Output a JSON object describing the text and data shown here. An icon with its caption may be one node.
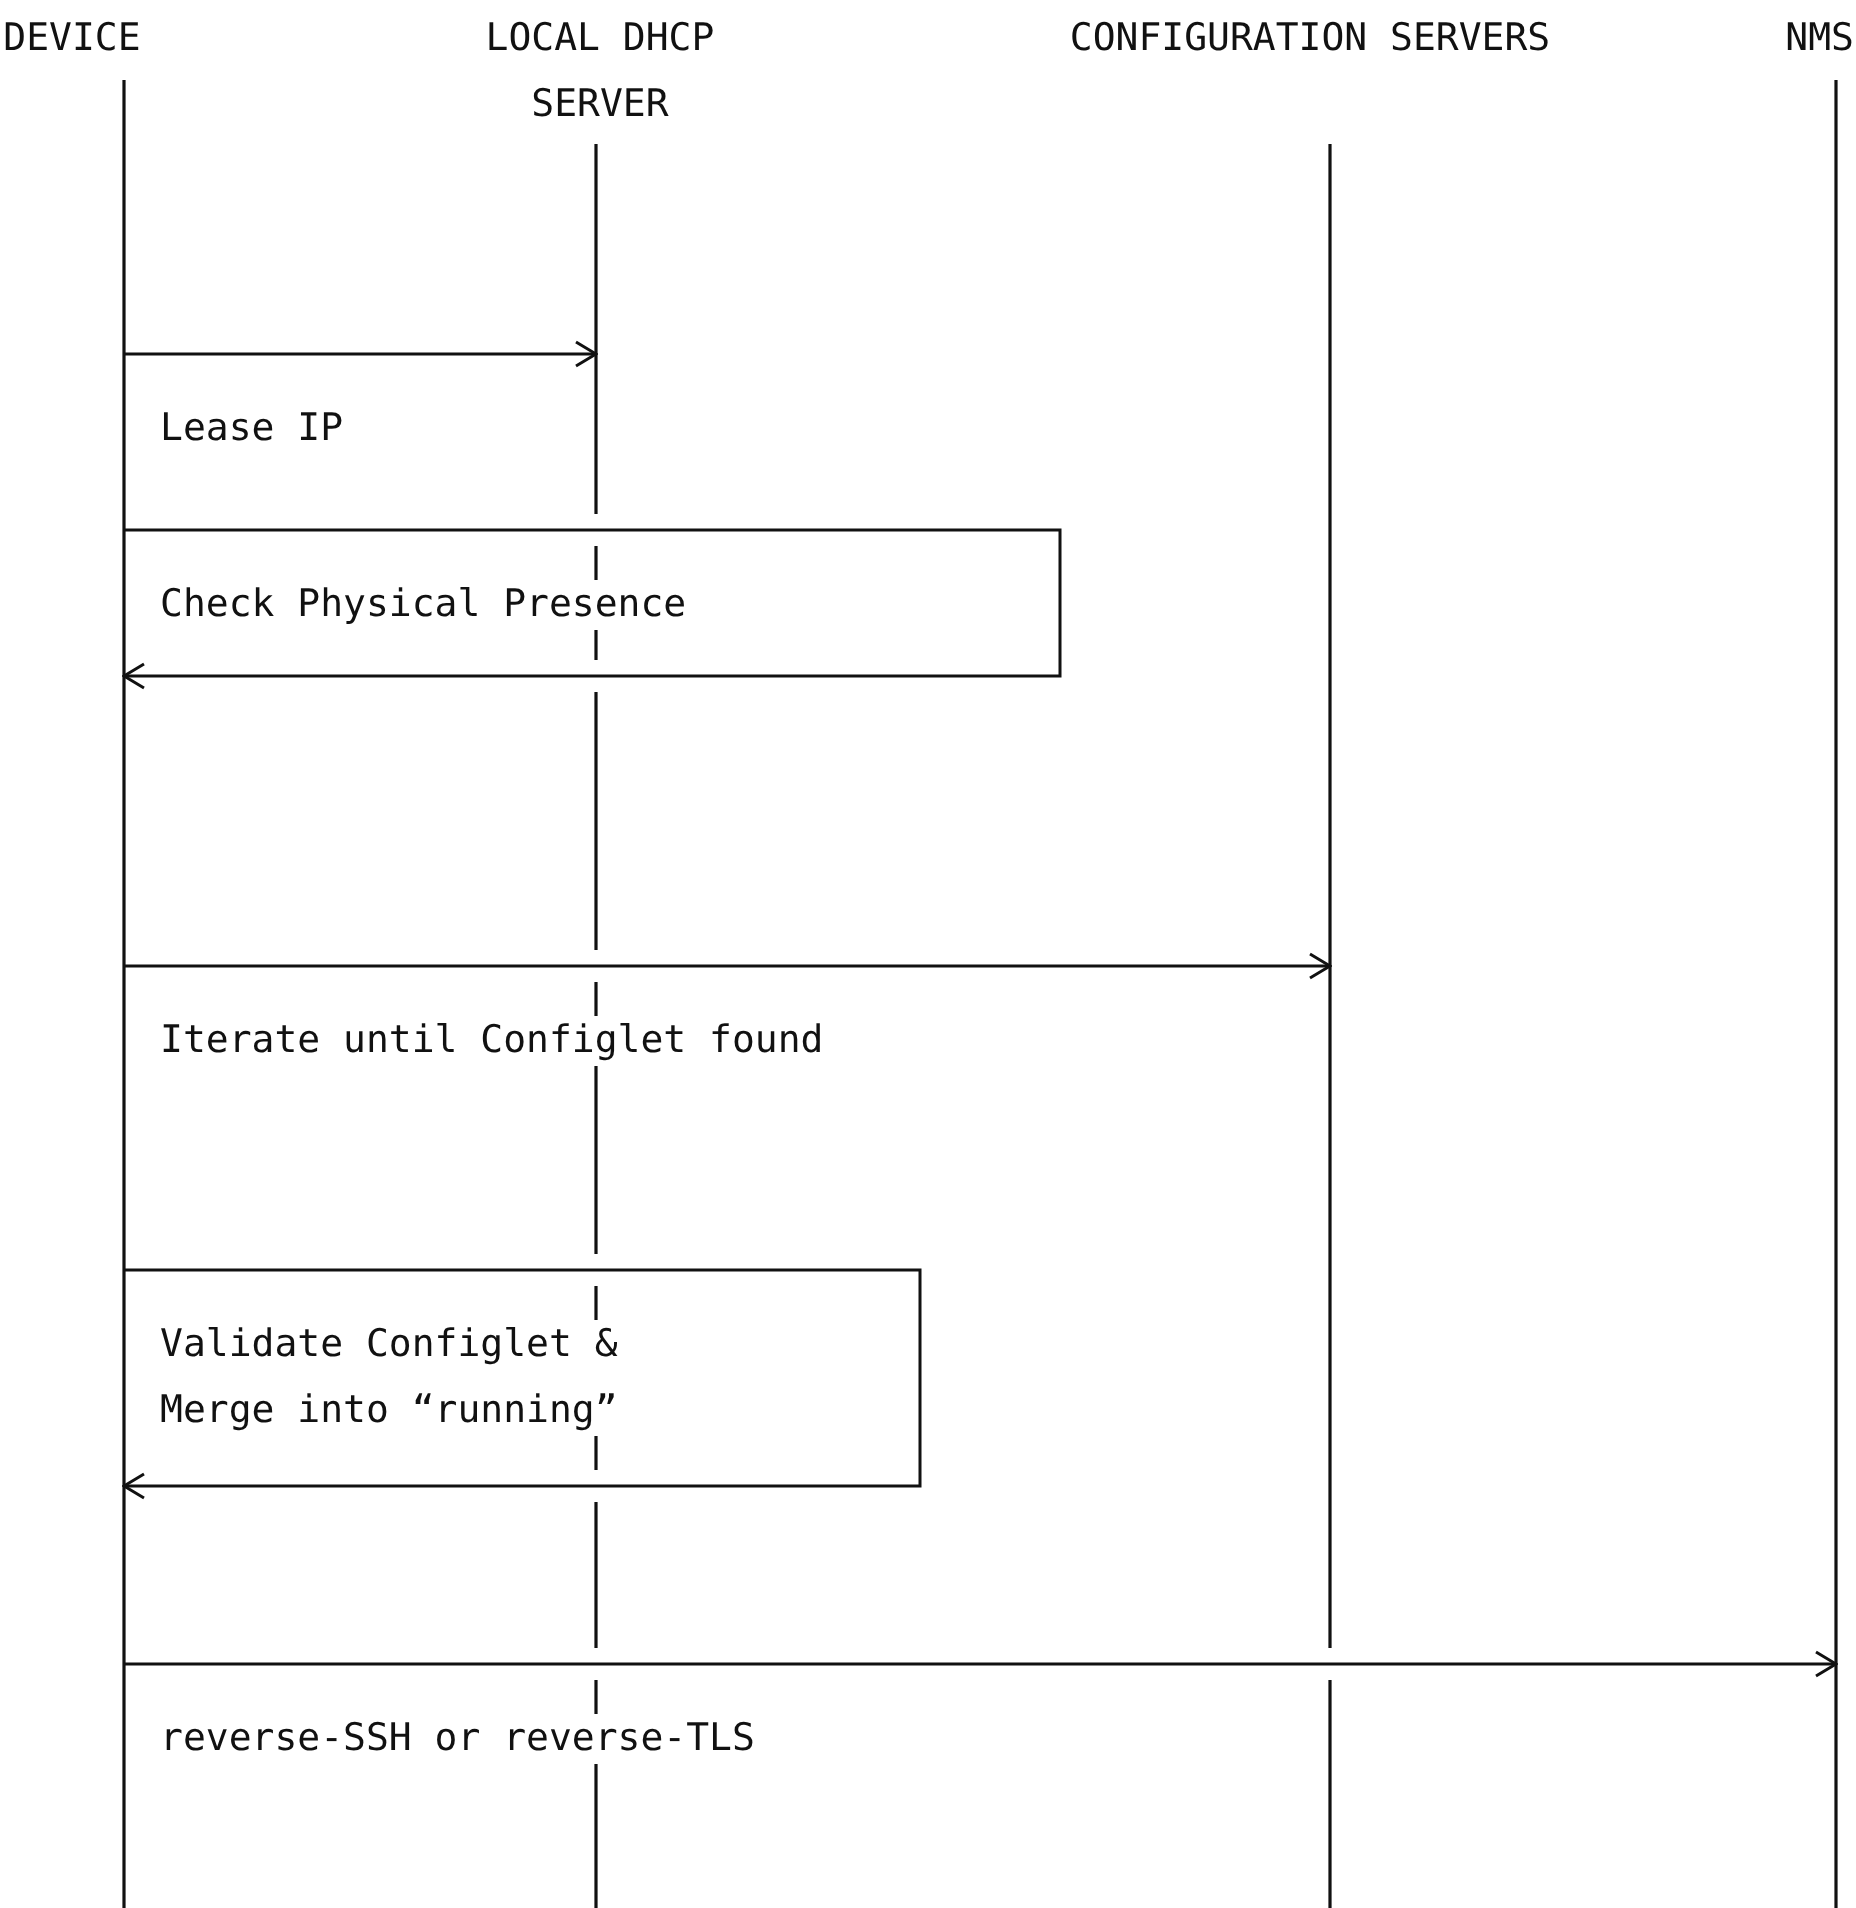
{
  "diagram": {
    "nodes": [
      {
        "text": [
          "DEVICE"
        ]
      },
      {
        "text": [
          "LOCAL DHCP SERVER"
        ]
      },
      {
        "text": [
          "CONFIGURATION SERVERS"
        ]
      },
      {
        "text": [
          "NMS"
        ]
      }
    ],
    "edges": [
      {
        "from": 0,
        "to": 1,
        "arrow": "to",
        "label": "Lease IP"
      },
      {
        "from": 0,
        "to": 0,
        "arrow": "to",
        "label": "Check Physical Presence"
      },
      {
        "from": 0,
        "to": 2,
        "arrow": "to",
        "label": "Iterate until Configlet found"
      },
      {
        "from": 0,
        "to": 0,
        "arrow": "to",
        "label": "Validate Configlet & Merge into “running”"
      },
      {
        "from": 0,
        "to": 3,
        "arrow": "to",
        "label": "reverse-SSH or reverse-TLS"
      }
    ]
  }
}
